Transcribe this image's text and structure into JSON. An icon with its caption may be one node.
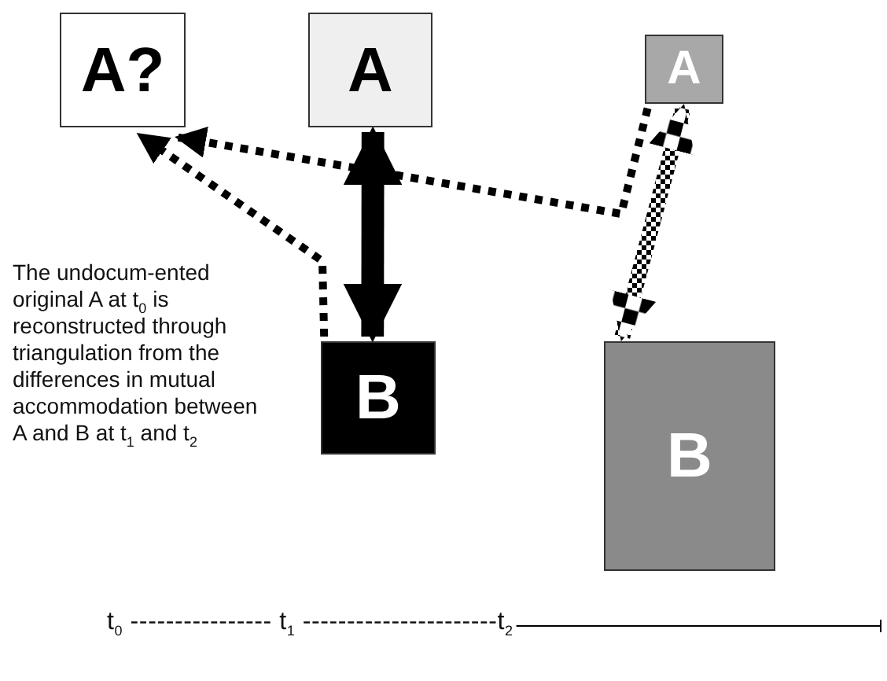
{
  "diagram": {
    "nodes": [
      {
        "text": [
          "A?"
        ]
      },
      {
        "text": [
          "A"
        ]
      },
      {
        "text": [
          "A"
        ]
      },
      {
        "text": [
          "B"
        ]
      },
      {
        "text": [
          "B"
        ]
      }
    ],
    "edges": [
      {
        "from": 2,
        "to": 0,
        "arrow": "to",
        "style": "dashed"
      },
      {
        "from": 3,
        "to": 0,
        "arrow": "to",
        "style": "dashed"
      },
      {
        "from": 1,
        "to": 3,
        "arrow": "both",
        "style": "thick"
      },
      {
        "from": 2,
        "to": 4,
        "arrow": "both",
        "style": "dashed"
      }
    ],
    "labels": [
      "The undocum-ented original A at t$_{0}$ is reconstructed through triangulation from the differences in mutual accommodation between A and B at t$_{1}$ and t$_{2}$",
      "t$_{0}$ ---------------- t$_{1}$ ----------------------t$_{2}$"
    ]
  }
}
